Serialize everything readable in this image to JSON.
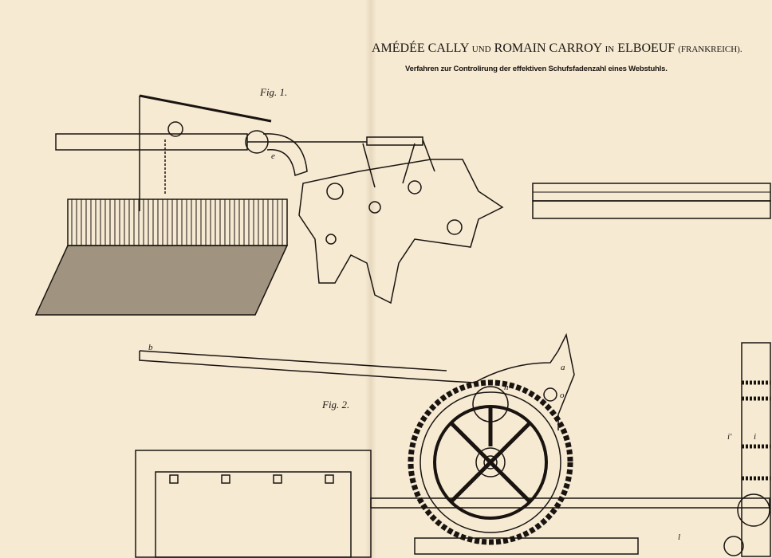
{
  "header": {
    "name1": "AMÉDÉE CALLY",
    "und": "UND",
    "name2": "ROMAIN CARROY",
    "in": "IN",
    "place": "ELBOEUF",
    "country": "(FRANKREICH).",
    "subtitle": "Verfahren zur Controlirung der effektiven Schufsfadenzahl eines Webstuhls."
  },
  "figures": {
    "fig1": "Fig. 1.",
    "fig2": "Fig. 2."
  },
  "labels": {
    "b": "b",
    "a": "a",
    "h": "h",
    "o": "o",
    "i": "i",
    "i2": "i'",
    "l": "l",
    "e": "e"
  }
}
